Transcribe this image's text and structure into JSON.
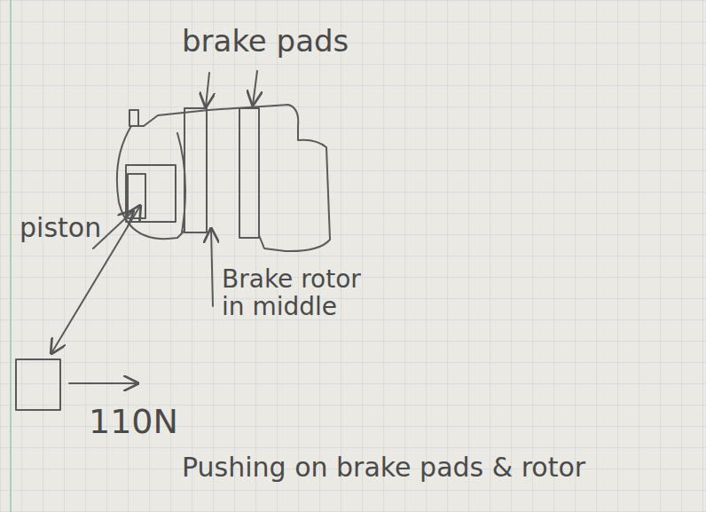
{
  "diagram": {
    "labels": [
      "brake pads",
      "piston",
      "Brake rotor in middle",
      "110N",
      "Pushing on brake pads & rotor"
    ]
  }
}
